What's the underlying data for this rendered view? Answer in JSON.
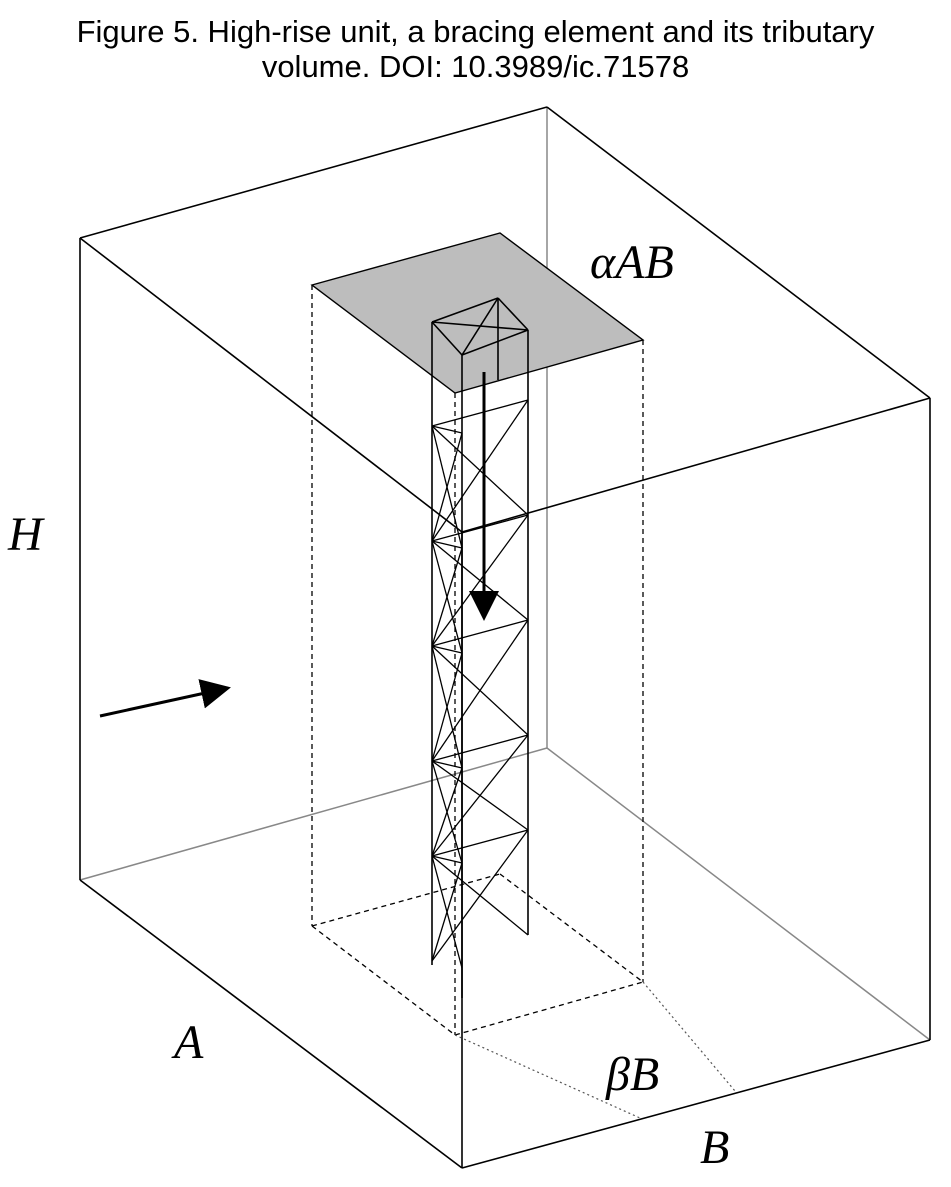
{
  "caption": {
    "line1": "Figure 5. High-rise unit, a bracing element and its tributary",
    "line2": "volume. DOI: 10.3989/ic.71578"
  },
  "labels": {
    "height": "H",
    "width": "A",
    "depth": "B",
    "tributary_area": "αAB",
    "element_depth": "βB"
  },
  "icons": {
    "wind_arrow": "arrow-right-icon",
    "gravity_arrow": "arrow-down-icon"
  },
  "colors": {
    "line": "#000000",
    "shaded_area": "#bdbdbd",
    "background": "#ffffff"
  }
}
